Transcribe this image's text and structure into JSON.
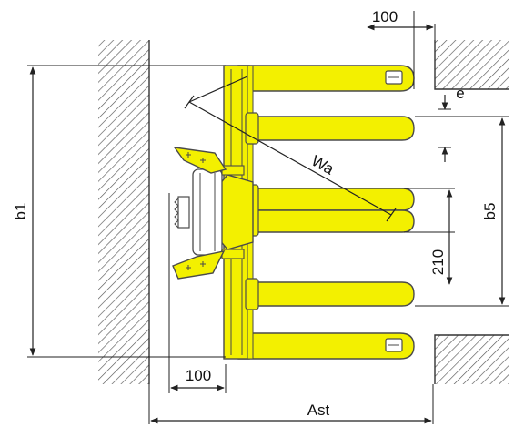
{
  "labels": {
    "b1": "b1",
    "b5": "b5",
    "wa": "Wa",
    "e": "e",
    "ast": "Ast",
    "gap_top": "100",
    "gap_bottom": "100",
    "spacing": "210"
  },
  "colors": {
    "body": "#f3f000",
    "outline": "#4a4a4a",
    "line": "#222222",
    "hatch": "#555555",
    "background": "#ffffff"
  }
}
